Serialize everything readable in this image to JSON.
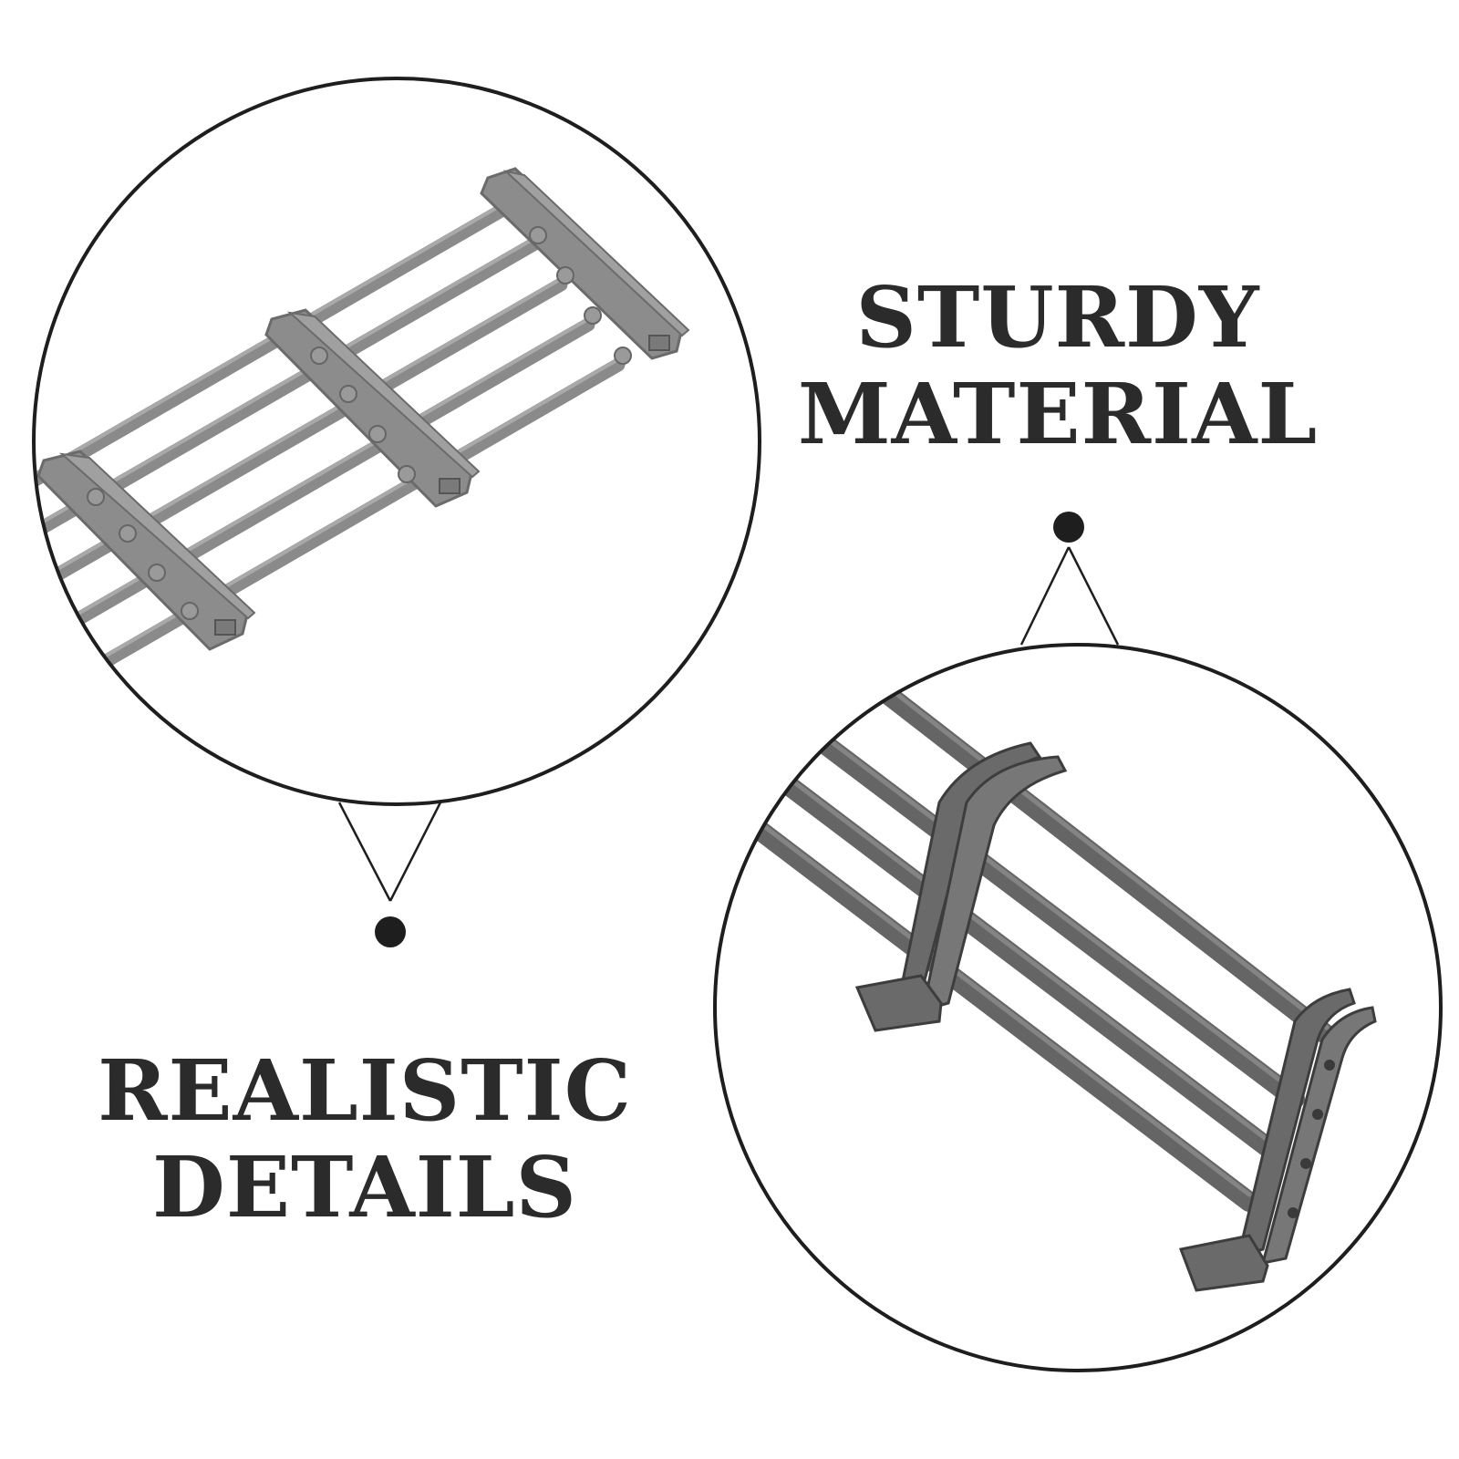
{
  "callouts": {
    "sturdy": {
      "line1": "STURDY",
      "line2": "MATERIAL"
    },
    "realistic": {
      "line1": "REALISTIC",
      "line2": "DETAILS"
    }
  },
  "colors": {
    "background": "#ffffff",
    "text": "#2b2b2b",
    "outline": "#1e1e1e",
    "model_light": "#8d8d8d",
    "model_dark": "#6a6a6a"
  }
}
